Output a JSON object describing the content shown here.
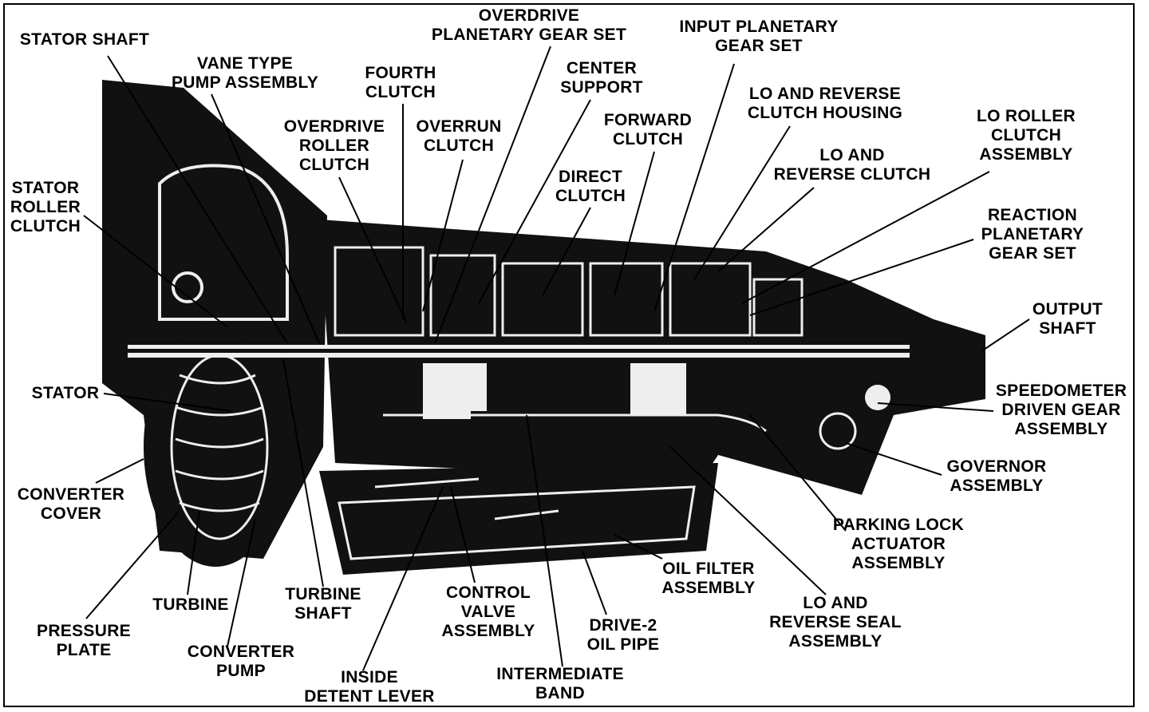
{
  "colors": {
    "ink": "#000000",
    "paper": "#ffffff",
    "cutaway": "#111111",
    "highlight": "#f4f4f4"
  },
  "labels": [
    {
      "id": "stator-shaft",
      "lines": [
        "STATOR SHAFT"
      ]
    },
    {
      "id": "vane-pump",
      "lines": [
        "VANE TYPE",
        "PUMP ASSEMBLY"
      ]
    },
    {
      "id": "overdrive-planetary",
      "lines": [
        "OVERDRIVE",
        "PLANETARY GEAR SET"
      ]
    },
    {
      "id": "input-planetary",
      "lines": [
        "INPUT PLANETARY",
        "GEAR SET"
      ]
    },
    {
      "id": "fourth-clutch",
      "lines": [
        "FOURTH",
        "CLUTCH"
      ]
    },
    {
      "id": "center-support",
      "lines": [
        "CENTER",
        "SUPPORT"
      ]
    },
    {
      "id": "lo-reverse-housing",
      "lines": [
        "LO AND REVERSE",
        "CLUTCH HOUSING"
      ]
    },
    {
      "id": "lo-roller-clutch",
      "lines": [
        "LO ROLLER",
        "CLUTCH",
        "ASSEMBLY"
      ]
    },
    {
      "id": "overdrive-roller-clutch",
      "lines": [
        "OVERDRIVE",
        "ROLLER",
        "CLUTCH"
      ]
    },
    {
      "id": "overrun-clutch",
      "lines": [
        "OVERRUN",
        "CLUTCH"
      ]
    },
    {
      "id": "forward-clutch",
      "lines": [
        "FORWARD",
        "CLUTCH"
      ]
    },
    {
      "id": "lo-reverse-clutch",
      "lines": [
        "LO AND",
        "REVERSE CLUTCH"
      ]
    },
    {
      "id": "direct-clutch",
      "lines": [
        "DIRECT",
        "CLUTCH"
      ]
    },
    {
      "id": "stator-roller-clutch",
      "lines": [
        "STATOR",
        "ROLLER",
        "CLUTCH"
      ]
    },
    {
      "id": "reaction-planetary",
      "lines": [
        "REACTION",
        "PLANETARY",
        "GEAR SET"
      ]
    },
    {
      "id": "output-shaft",
      "lines": [
        "OUTPUT",
        "SHAFT"
      ]
    },
    {
      "id": "stator",
      "lines": [
        "STATOR"
      ]
    },
    {
      "id": "speedometer-gear",
      "lines": [
        "SPEEDOMETER",
        "DRIVEN GEAR",
        "ASSEMBLY"
      ]
    },
    {
      "id": "governor",
      "lines": [
        "GOVERNOR",
        "ASSEMBLY"
      ]
    },
    {
      "id": "converter-cover",
      "lines": [
        "CONVERTER",
        "COVER"
      ]
    },
    {
      "id": "parking-lock",
      "lines": [
        "PARKING LOCK",
        "ACTUATOR",
        "ASSEMBLY"
      ]
    },
    {
      "id": "oil-filter",
      "lines": [
        "OIL FILTER",
        "ASSEMBLY"
      ]
    },
    {
      "id": "control-valve",
      "lines": [
        "CONTROL",
        "VALVE",
        "ASSEMBLY"
      ]
    },
    {
      "id": "turbine-shaft",
      "lines": [
        "TURBINE",
        "SHAFT"
      ]
    },
    {
      "id": "turbine",
      "lines": [
        "TURBINE"
      ]
    },
    {
      "id": "lo-reverse-seal",
      "lines": [
        "LO AND",
        "REVERSE SEAL",
        "ASSEMBLY"
      ]
    },
    {
      "id": "pressure-plate",
      "lines": [
        "PRESSURE",
        "PLATE"
      ]
    },
    {
      "id": "drive2-oil-pipe",
      "lines": [
        "DRIVE-2",
        "OIL PIPE"
      ]
    },
    {
      "id": "converter-pump",
      "lines": [
        "CONVERTER",
        "PUMP"
      ]
    },
    {
      "id": "intermediate-band",
      "lines": [
        "INTERMEDIATE",
        "BAND"
      ]
    },
    {
      "id": "inside-detent-lever",
      "lines": [
        "INSIDE",
        "DETENT LEVER"
      ]
    }
  ]
}
